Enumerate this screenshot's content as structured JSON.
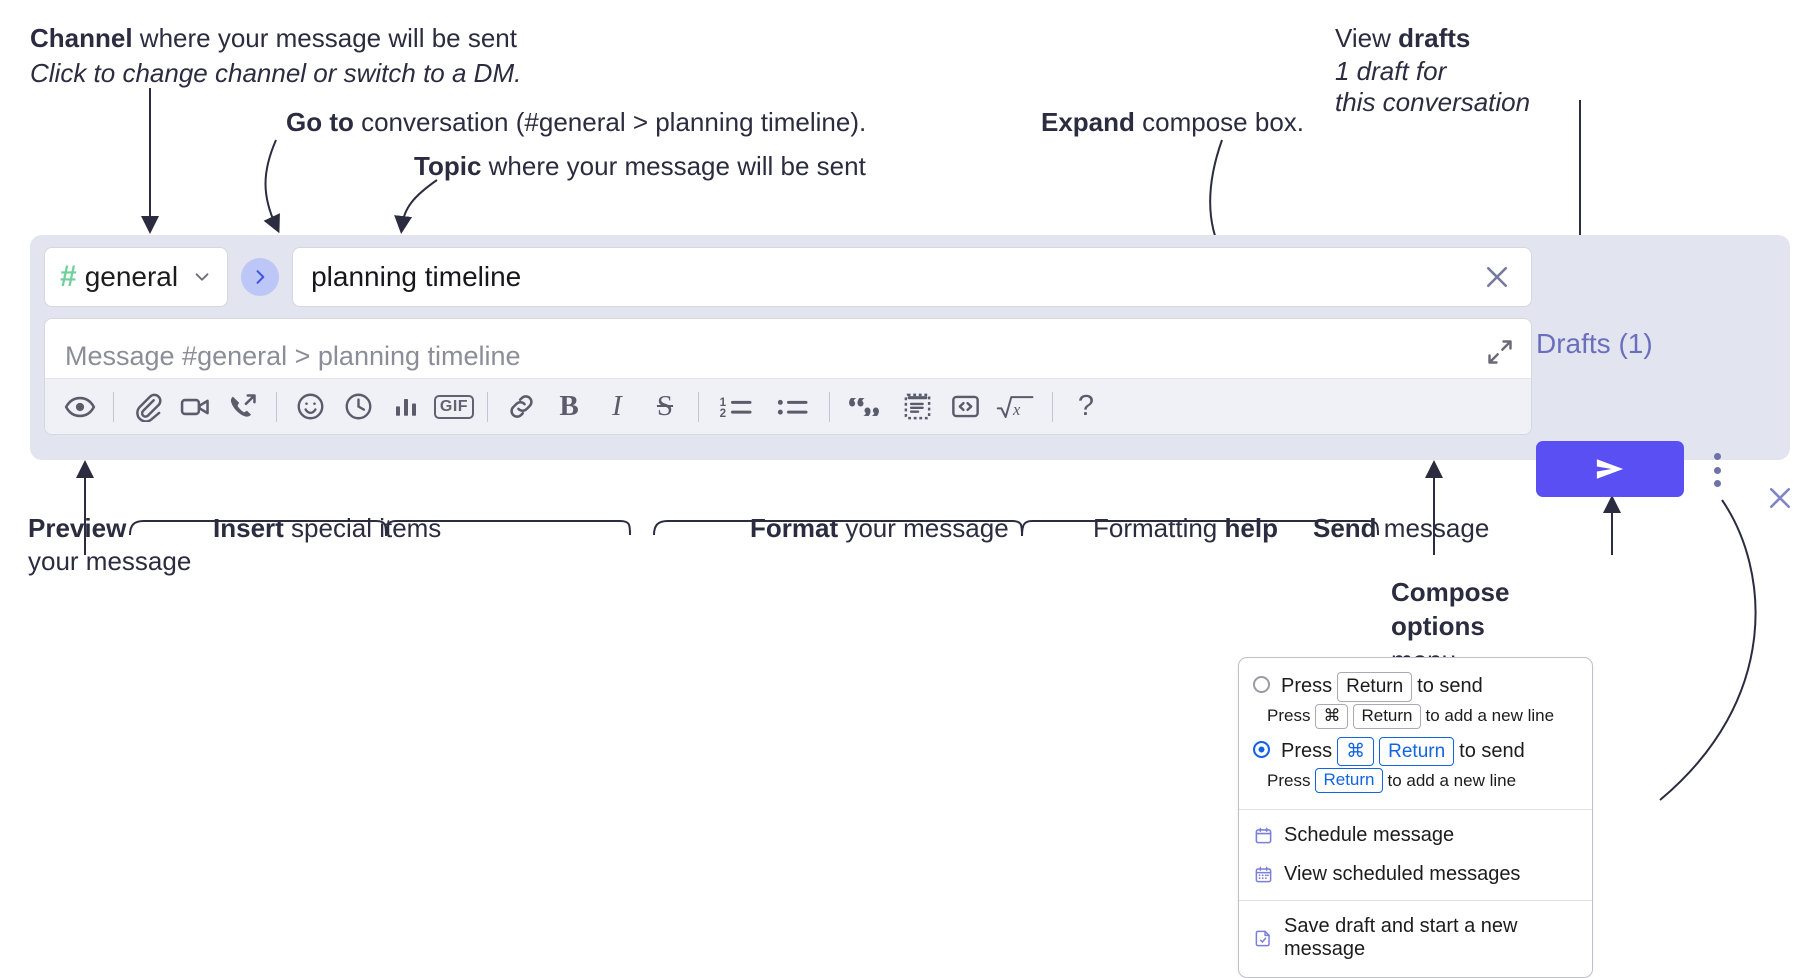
{
  "annotations": {
    "channel": {
      "bold": "Channel",
      "rest": " where your message will be sent",
      "italic": "Click to change channel or switch to a DM."
    },
    "goto": {
      "bold": "Go to",
      "rest": " conversation (#general > planning timeline)."
    },
    "topic": {
      "bold": "Topic",
      "rest": " where your message will be sent"
    },
    "expand": {
      "bold": "Expand",
      "rest": " compose box."
    },
    "drafts": {
      "lead": "View ",
      "bold": "drafts",
      "italic1": "1 draft for",
      "italic2": "this conversation"
    },
    "preview": {
      "bold": "Preview",
      "rest": "your message"
    },
    "insert": {
      "bold": "Insert",
      "rest": " special items"
    },
    "format": {
      "bold": "Format",
      "rest": " your message"
    },
    "help": {
      "lead": "Formatting ",
      "bold": "help"
    },
    "send": {
      "bold": "Send",
      "rest": " message"
    },
    "compose_options": {
      "bold1": "Compose",
      "bold2": "options",
      "rest": "menu"
    }
  },
  "compose": {
    "channel": {
      "hash": "#",
      "name": "general"
    },
    "goto_button_label": "›",
    "topic": {
      "value": "planning timeline"
    },
    "message": {
      "placeholder": "Message #general > planning timeline"
    },
    "toolbar": {
      "groups": [
        {
          "name": "preview",
          "items": [
            {
              "icon": "eye-icon",
              "label": "Preview"
            }
          ]
        },
        {
          "name": "insert",
          "items": [
            {
              "icon": "paperclip-icon",
              "label": "Attach file"
            },
            {
              "icon": "video-icon",
              "label": "Record video clip"
            },
            {
              "icon": "phone-arrow-icon",
              "label": "Record audio clip"
            },
            {
              "icon": "emoji-icon",
              "label": "Emoji"
            },
            {
              "icon": "clock-icon",
              "label": "Reminder"
            },
            {
              "icon": "poll-icon",
              "label": "Poll"
            },
            {
              "icon": "gif-icon",
              "label": "GIF"
            }
          ]
        },
        {
          "name": "format",
          "items": [
            {
              "icon": "link-icon",
              "label": "Link"
            },
            {
              "icon": "bold-icon",
              "label": "B"
            },
            {
              "icon": "italic-icon",
              "label": "I"
            },
            {
              "icon": "strikethrough-icon",
              "label": "S"
            },
            {
              "icon": "ordered-list-icon",
              "label": "Ordered list"
            },
            {
              "icon": "bulleted-list-icon",
              "label": "Bulleted list"
            },
            {
              "icon": "blockquote-icon",
              "label": "Blockquote"
            },
            {
              "icon": "code-block-icon",
              "label": "Code block"
            },
            {
              "icon": "code-icon",
              "label": "Code"
            },
            {
              "icon": "math-icon",
              "label": "Math"
            }
          ]
        },
        {
          "name": "help",
          "items": [
            {
              "icon": "question-mark-icon",
              "label": "?"
            }
          ]
        }
      ],
      "gif_label": "GIF",
      "bold_label": "B",
      "italic_label": "I",
      "strike_label": "S",
      "help_label": "?"
    },
    "drafts_label": "Drafts (1)",
    "send_label": "Send"
  },
  "menu": {
    "options": [
      {
        "selected": false,
        "main_pre": "Press",
        "main_keys": [
          "Return"
        ],
        "main_post": "to send",
        "sub_pre": "Press",
        "sub_keys": [
          "⌘",
          "Return"
        ],
        "sub_post": "to add a new line"
      },
      {
        "selected": true,
        "main_pre": "Press",
        "main_keys": [
          "⌘",
          "Return"
        ],
        "main_post": "to send",
        "sub_pre": "Press",
        "sub_keys": [
          "Return"
        ],
        "sub_post": "to add a new line"
      }
    ],
    "items": [
      {
        "icon": "calendar-schedule-icon",
        "label": "Schedule message"
      },
      {
        "icon": "calendar-grid-icon",
        "label": "View scheduled messages"
      },
      {
        "icon": "save-draft-icon",
        "label": "Save draft and start a new message"
      }
    ]
  },
  "colors": {
    "accent_purple": "#5a4ff3",
    "panel_bg": "#e2e4f0",
    "channel_hash_green": "#6fd19a",
    "drafts_text": "#6a6fbd",
    "radio_blue": "#1264e3",
    "menu_icon_purple": "#7b7fd6"
  }
}
